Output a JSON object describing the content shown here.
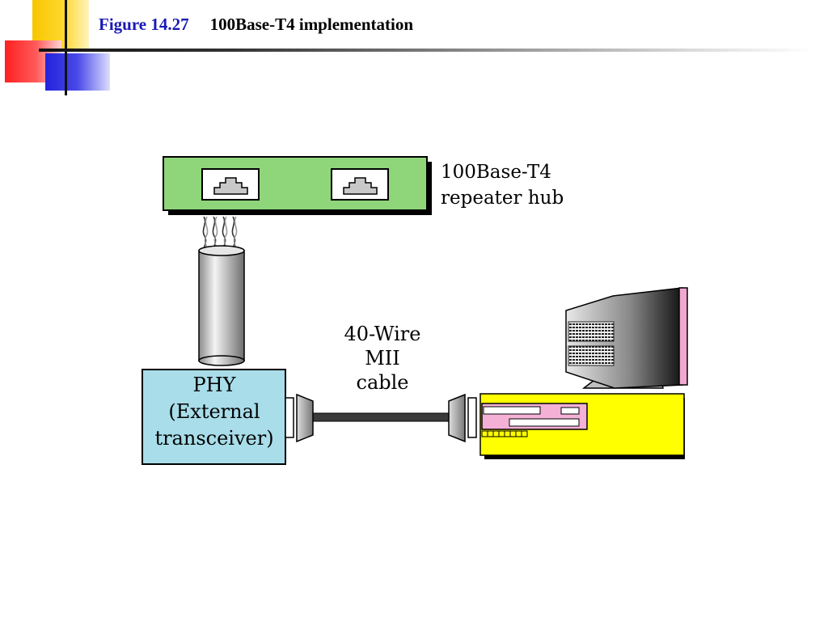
{
  "slide": {
    "figure_label": "Figure 14.27",
    "figure_title": "100Base-T4 implementation"
  },
  "diagram": {
    "hub_label": [
      "100Base-T4",
      "repeater hub"
    ],
    "cable_label": [
      "40-Wire",
      "MII",
      "cable"
    ],
    "phy_label": [
      "PHY",
      "(External",
      "transceiver)"
    ]
  },
  "colors": {
    "hub": "#8fd67a",
    "phy": "#a8dde9",
    "pc": "#ffff00",
    "monitor_side": "#f0a8d0",
    "card": "#f5b0d6"
  }
}
